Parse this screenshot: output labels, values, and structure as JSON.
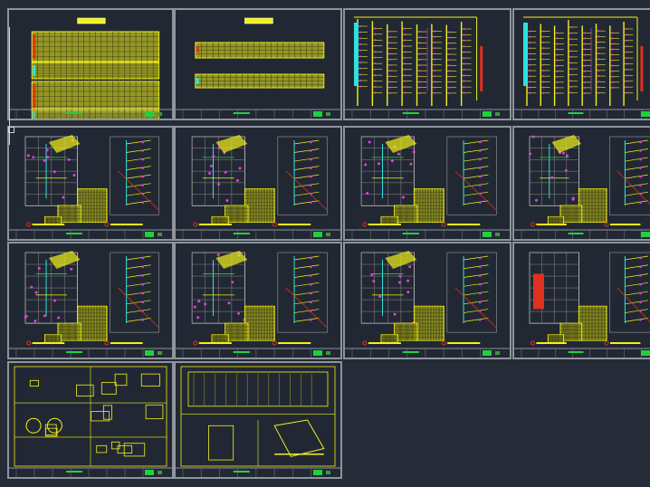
{
  "viewport": {
    "background": "#262c37",
    "frame_color": "#8d949c"
  },
  "colors": {
    "yellow": "#f2f21a",
    "magenta": "#e040e0",
    "cyan": "#30e0e0",
    "red": "#e03020",
    "green": "#20d040",
    "white": "#d8d8d8"
  },
  "sheets": [
    {
      "type": "table",
      "row": 0,
      "col": 0
    },
    {
      "type": "table2",
      "row": 0,
      "col": 1
    },
    {
      "type": "riser",
      "row": 0,
      "col": 2
    },
    {
      "type": "riser",
      "row": 0,
      "col": 3
    },
    {
      "type": "plan",
      "row": 1,
      "col": 0
    },
    {
      "type": "plan",
      "row": 1,
      "col": 1
    },
    {
      "type": "plan",
      "row": 1,
      "col": 2
    },
    {
      "type": "plan",
      "row": 1,
      "col": 3
    },
    {
      "type": "plan",
      "row": 2,
      "col": 0
    },
    {
      "type": "plan",
      "row": 2,
      "col": 1
    },
    {
      "type": "plan",
      "row": 2,
      "col": 2
    },
    {
      "type": "plan2",
      "row": 2,
      "col": 3
    },
    {
      "type": "detail",
      "row": 3,
      "col": 0
    },
    {
      "type": "detail2",
      "row": 3,
      "col": 1
    }
  ]
}
